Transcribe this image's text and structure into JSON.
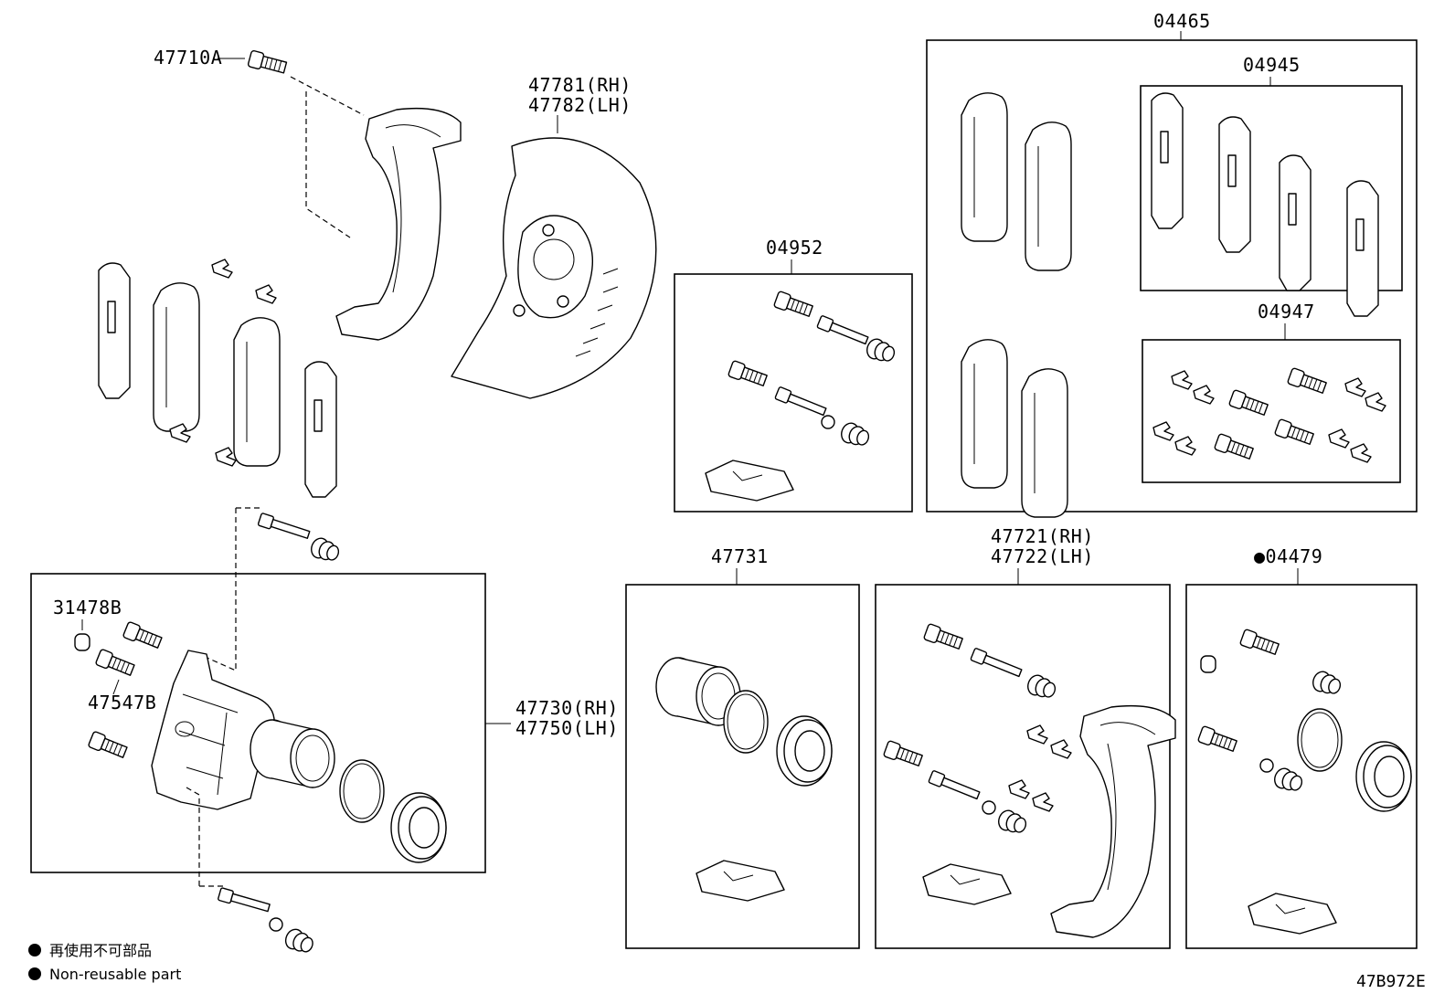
{
  "labels": {
    "bracket_bolt": "47710A",
    "dust_cover": [
      "47781(RH)",
      "47782(LH)"
    ],
    "pad_kit_main": "04465",
    "pad_kit_a": "04945",
    "pad_fitting_kit": "04947",
    "guide_kit": "04952",
    "cylinder_kit": "47731",
    "mounting": [
      "47721(RH)",
      "47722(LH)"
    ],
    "seal_kit": "●04479",
    "cap": "31478B",
    "bleeder": "47547B",
    "caliper": [
      "47730(RH)",
      "47750(LH)"
    ]
  },
  "legend": {
    "line1": "再使用不可部品",
    "line2": "Non-reusable part"
  },
  "figure_code": "47B972E"
}
